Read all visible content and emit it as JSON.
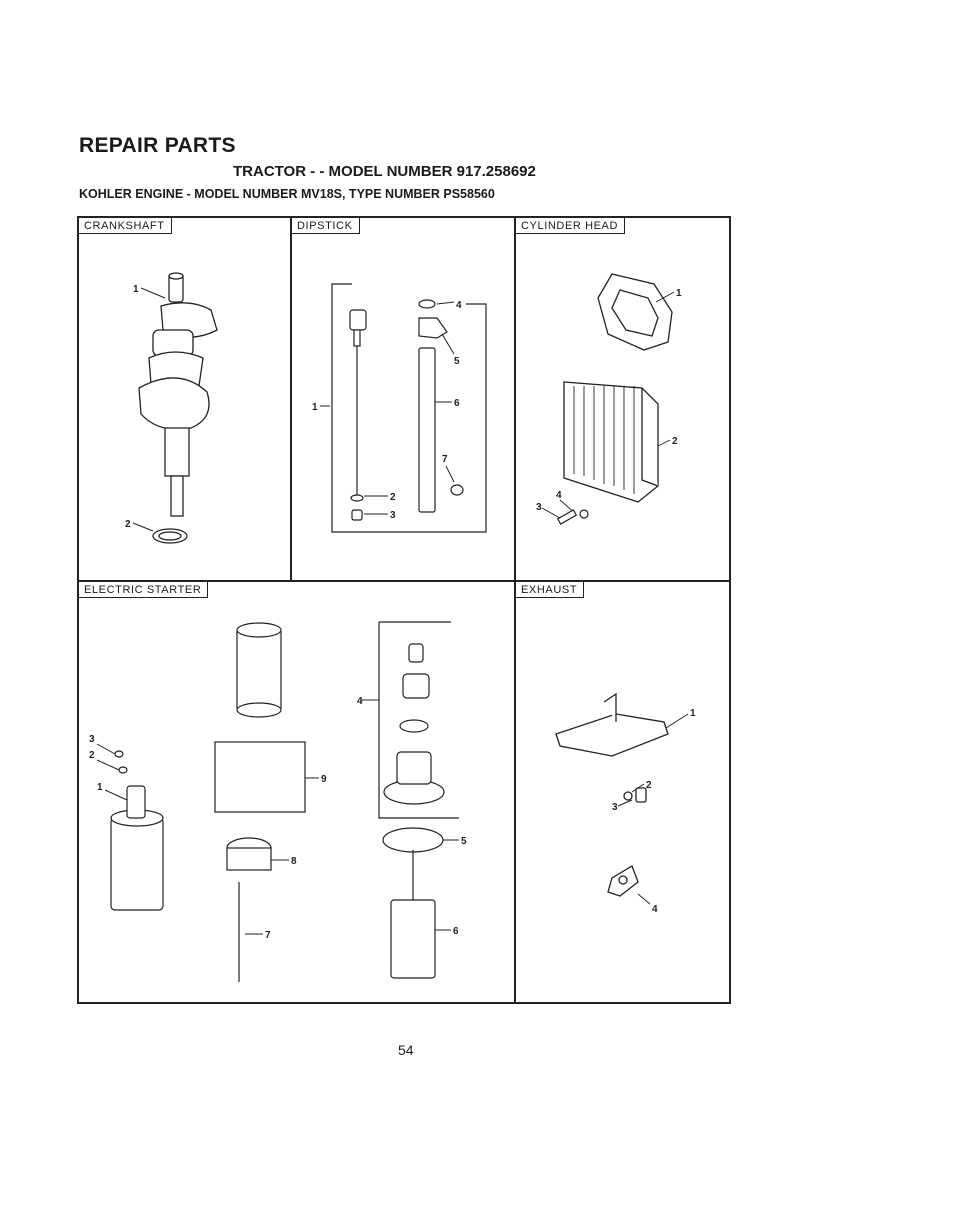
{
  "header": {
    "title": "REPAIR PARTS",
    "subtitle": "TRACTOR - - MODEL NUMBER 917.258692",
    "engine_line": "KOHLER ENGINE - MODEL NUMBER MV18S, TYPE NUMBER PS58560"
  },
  "panels": {
    "crankshaft": {
      "label": "CRANKSHAFT",
      "callouts": [
        "1",
        "2"
      ]
    },
    "dipstick": {
      "label": "DIPSTICK",
      "callouts": [
        "1",
        "2",
        "3",
        "4",
        "5",
        "6",
        "7"
      ]
    },
    "cylinder_head": {
      "label": "CYLINDER HEAD",
      "callouts": [
        "1",
        "2",
        "3",
        "4"
      ]
    },
    "electric_starter": {
      "label": "ELECTRIC STARTER",
      "callouts": [
        "1",
        "2",
        "3",
        "4",
        "5",
        "6",
        "7",
        "8",
        "9"
      ]
    },
    "exhaust": {
      "label": "EXHAUST",
      "callouts": [
        "1",
        "2",
        "3",
        "4"
      ]
    }
  },
  "footer": {
    "page_number": "54"
  }
}
